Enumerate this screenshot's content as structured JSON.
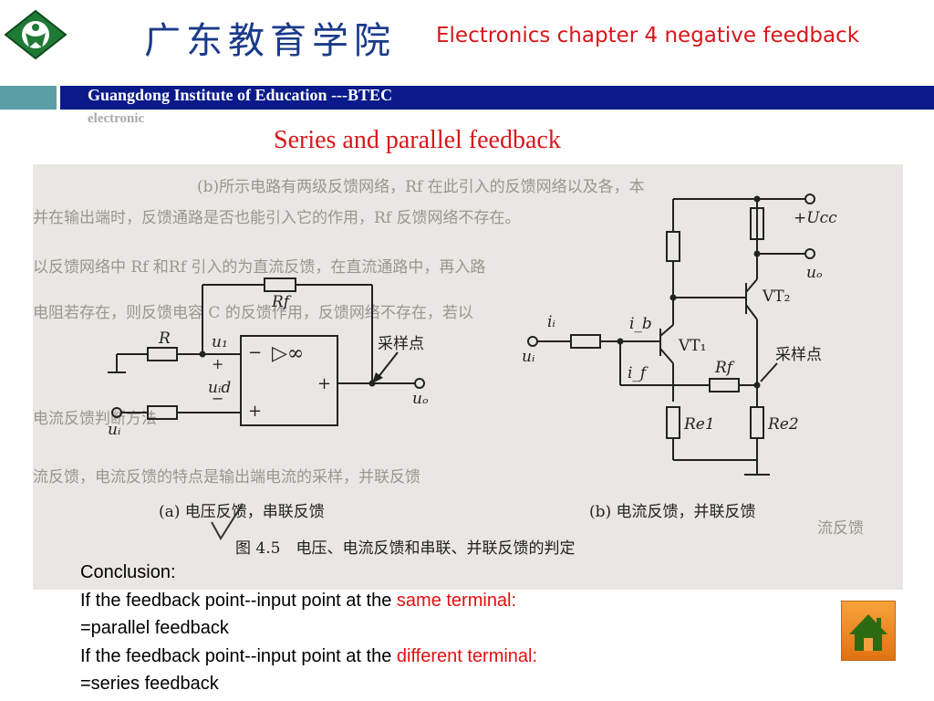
{
  "header": {
    "institution_cn": "广东教育学院",
    "course_title": "Electronics chapter 4 negative feedback",
    "institution_en": "Guangdong Institute of Education ---BTEC",
    "program": "electronic"
  },
  "slide": {
    "title": "Series and parallel feedback"
  },
  "figure": {
    "circuit_a_caption": "(a) 电压反馈，串联反馈",
    "circuit_b_caption": "(b) 电流反馈，并联反馈",
    "figure_caption": "图 4.5　电压、电流反馈和串联、并联反馈的判定",
    "sampling_point_label": "采样点",
    "labels_a": {
      "r": "R",
      "rf": "Rf",
      "u_minus": "u₁",
      "uid": "uᵢd",
      "ui": "uᵢ",
      "uo": "uₒ",
      "amp": "▷∞"
    },
    "labels_b": {
      "ucc": "+Ucc",
      "uo": "uₒ",
      "vt2": "VT₂",
      "vt1": "VT₁",
      "ii": "iᵢ",
      "ib": "i_b",
      "if": "i_f",
      "ui": "uᵢ",
      "rf": "Rf",
      "re1": "Re1",
      "re2": "Re2"
    },
    "background_text": [
      "(b)所示电路有两级反馈网络，Rf 在此引入的反馈网络以及各，本",
      "并在输出端时，反馈通路是否也能引入它的作用，Rf 反馈网络不存在。",
      "以反馈网络中 Rf 和Rf 引入的为直流反馈，在直流通路中，再入路",
      "电阻若存在，则反馈电容 C 的反馈作用，反馈网络不存在，若以",
      "电流反馈判断方法",
      "流反馈，电流反馈的特点是输出端电流的采样，并联反馈",
      "流反馈"
    ]
  },
  "conclusion": {
    "heading": "Conclusion:",
    "line1_prefix": "If the feedback point--input point at the ",
    "line1_highlight": "same terminal:",
    "line2": "=parallel feedback",
    "line3_prefix": "If the feedback point--input point at the ",
    "line3_highlight": "different terminal:",
    "line4": "=series feedback"
  },
  "nav": {
    "home_icon": "home-icon",
    "home_color": "#f08a1c"
  },
  "colors": {
    "title_red": "#d8161a",
    "header_navy": "#0a1a8a",
    "header_teal": "#5b9ea6"
  }
}
